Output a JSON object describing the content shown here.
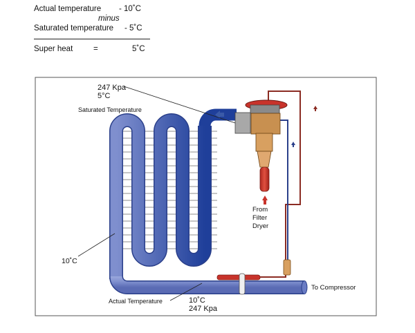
{
  "calculation": {
    "actual_label": "Actual temperature",
    "actual_value": "- 10˚C",
    "minus_label": "minus",
    "saturated_label": "Saturated temperature",
    "saturated_value": "- 5˚C",
    "superheat_label": "Super heat",
    "equals": "=",
    "superheat_value": "5˚C"
  },
  "diagram": {
    "top_pressure": "247 Kpa",
    "top_temp": "5°C",
    "saturated_label": "Saturated Temperature",
    "left_temp": "10˚C",
    "from_line1": "From",
    "from_line2": "Filter",
    "from_line3": "Dryer",
    "to_compressor": "To Compressor",
    "actual_label": "Actual Temperature",
    "bottom_temp": "10˚C",
    "bottom_pressure": "247 Kpa"
  },
  "colors": {
    "coil_light": "#7f8fce",
    "coil_dark": "#1f3f9a",
    "liquid_red": "#c8332b",
    "capillary": "#8b2b22",
    "valve_gray": "#9a9a9a",
    "brass": "#d8a060"
  }
}
